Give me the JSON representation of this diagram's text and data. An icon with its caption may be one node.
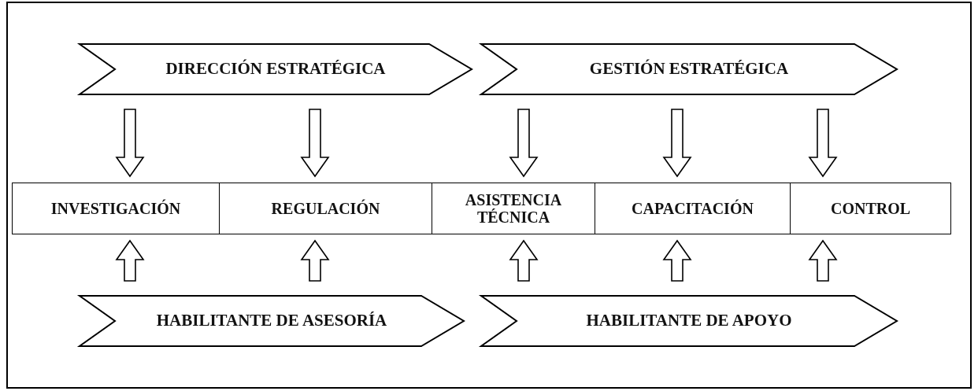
{
  "diagram": {
    "nodes": [
      {
        "text": [
          "DIRECCIÓN ESTRATÉGICA"
        ]
      },
      {
        "text": [
          "GESTIÓN ESTRATÉGICA"
        ]
      },
      {
        "text": [
          "INVESTIGACIÓN"
        ]
      },
      {
        "text": [
          "REGULACIÓN"
        ]
      },
      {
        "text": [
          "ASISTENCIA TÉCNICA"
        ]
      },
      {
        "text": [
          "CAPACITACIÓN"
        ]
      },
      {
        "text": [
          "CONTROL"
        ]
      },
      {
        "text": [
          "HABILITANTE DE ASESORÍA"
        ]
      },
      {
        "text": [
          "HABILITANTE DE APOYO"
        ]
      }
    ],
    "edges": [
      {
        "from": 0,
        "to": 2,
        "arrow": "to"
      },
      {
        "from": 0,
        "to": 3,
        "arrow": "to"
      },
      {
        "from": 1,
        "to": 4,
        "arrow": "to"
      },
      {
        "from": 1,
        "to": 5,
        "arrow": "to"
      },
      {
        "from": 1,
        "to": 6,
        "arrow": "to"
      },
      {
        "from": 7,
        "to": 2,
        "arrow": "to"
      },
      {
        "from": 7,
        "to": 3,
        "arrow": "to"
      },
      {
        "from": 8,
        "to": 4,
        "arrow": "to"
      },
      {
        "from": 8,
        "to": 5,
        "arrow": "to"
      },
      {
        "from": 8,
        "to": 6,
        "arrow": "to"
      }
    ]
  }
}
